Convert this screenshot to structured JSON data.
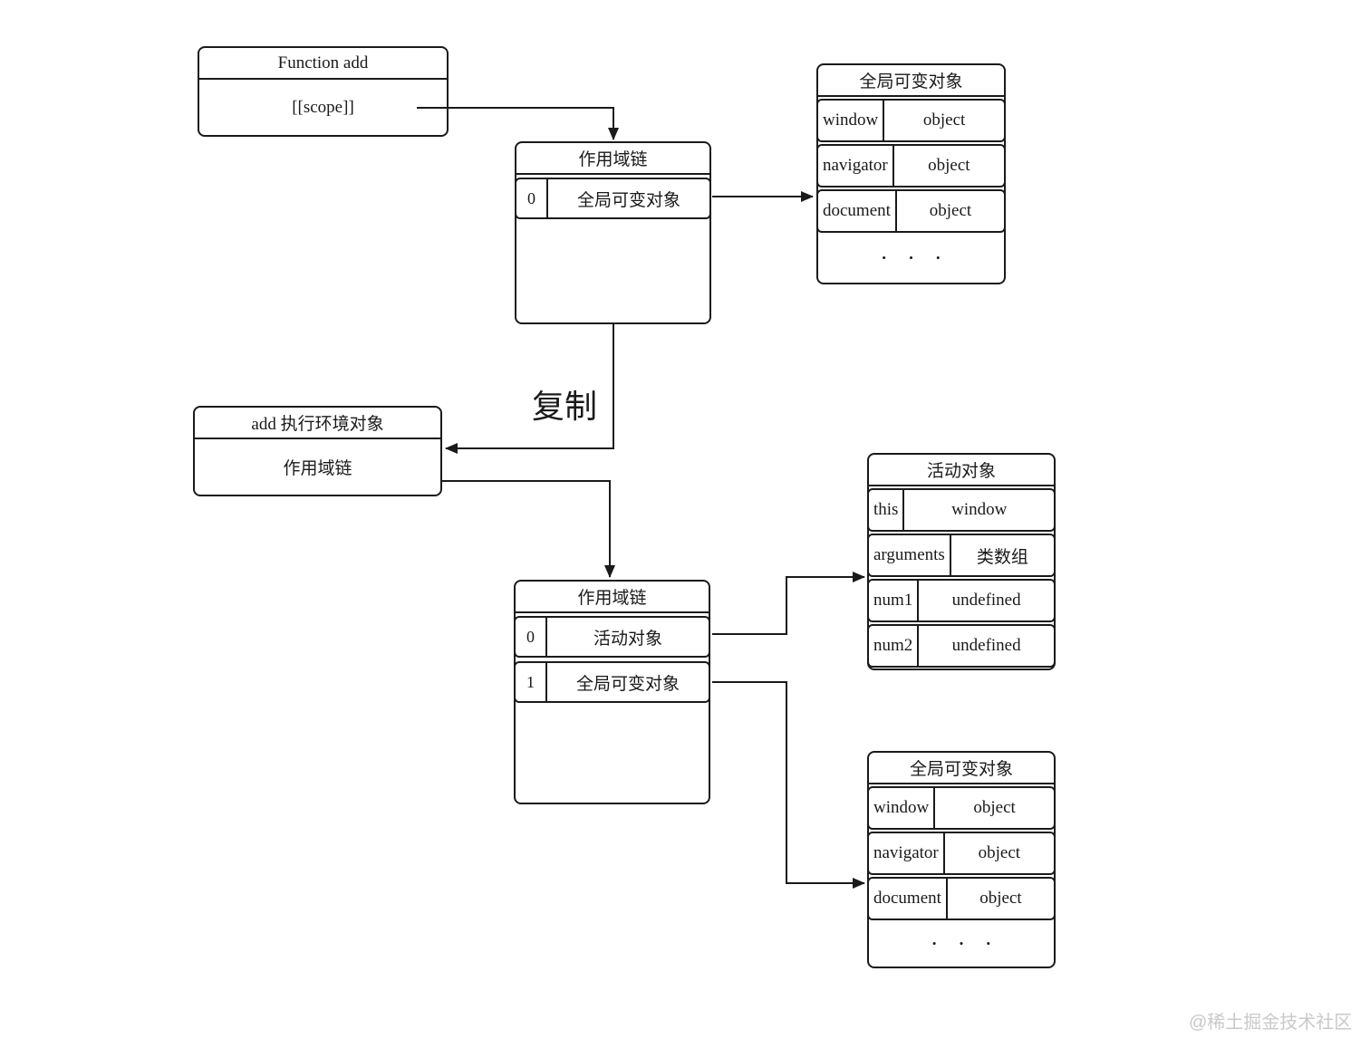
{
  "colors": {
    "line": "#1a1a1a",
    "background": "#ffffff",
    "watermark": "#c9c9c9"
  },
  "function_box": {
    "title": "Function add",
    "scope_field": "[[scope]]"
  },
  "scope_chain_top": {
    "title": "作用域链",
    "rows": [
      {
        "index": "0",
        "value": "全局可变对象"
      }
    ]
  },
  "global_object_top": {
    "title": "全局可变对象",
    "rows": [
      {
        "key": "window",
        "value": "object"
      },
      {
        "key": "navigator",
        "value": "object"
      },
      {
        "key": "document",
        "value": "object"
      }
    ],
    "ellipsis": "• • •"
  },
  "copy_label": "复制",
  "exec_context_box": {
    "title": "add 执行环境对象",
    "field": "作用域链"
  },
  "scope_chain_bottom": {
    "title": "作用域链",
    "rows": [
      {
        "index": "0",
        "value": "活动对象"
      },
      {
        "index": "1",
        "value": "全局可变对象"
      }
    ]
  },
  "activation_object": {
    "title": "活动对象",
    "rows": [
      {
        "key": "this",
        "value": "window"
      },
      {
        "key": "arguments",
        "value": "类数组"
      },
      {
        "key": "num1",
        "value": "undefined"
      },
      {
        "key": "num2",
        "value": "undefined"
      }
    ]
  },
  "global_object_bottom": {
    "title": "全局可变对象",
    "rows": [
      {
        "key": "window",
        "value": "object"
      },
      {
        "key": "navigator",
        "value": "object"
      },
      {
        "key": "document",
        "value": "object"
      }
    ],
    "ellipsis": "• • •"
  },
  "watermark": "@稀土掘金技术社区"
}
